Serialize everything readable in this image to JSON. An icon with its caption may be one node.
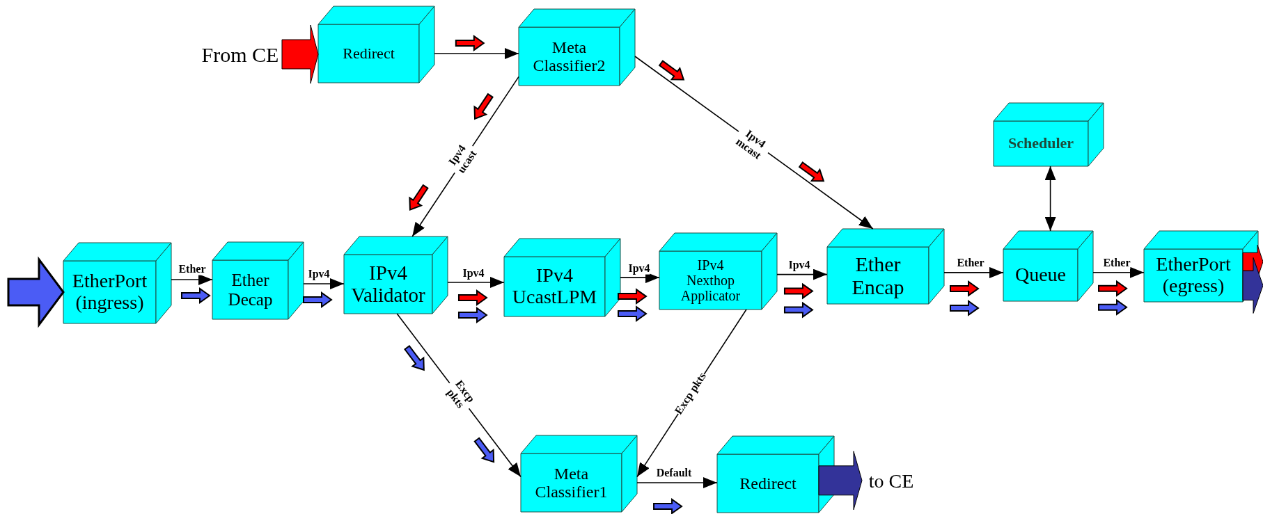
{
  "diagram": {
    "nodes": [
      {
        "text": [
          "From CE"
        ]
      },
      {
        "text": [
          "Redirect"
        ]
      },
      {
        "text": [
          "Meta Classifier2"
        ]
      },
      {
        "text": [
          "Scheduler"
        ]
      },
      {
        "text": [
          "EtherPort (ingress)"
        ]
      },
      {
        "text": [
          "Ether Decap"
        ]
      },
      {
        "text": [
          "IPv4 Validator"
        ]
      },
      {
        "text": [
          "IPv4 UcastLPM"
        ]
      },
      {
        "text": [
          "IPv4 Nexthop Applicator"
        ]
      },
      {
        "text": [
          "Ether Encap"
        ]
      },
      {
        "text": [
          "Queue"
        ]
      },
      {
        "text": [
          "EtherPort (egress)"
        ]
      },
      {
        "text": [
          "Meta Classifier1"
        ]
      },
      {
        "text": [
          "Redirect"
        ]
      },
      {
        "text": [
          "to CE"
        ]
      }
    ],
    "edges": [
      {
        "from": 0,
        "to": 1,
        "arrow": "to",
        "style": "thick",
        "color": "#ff0000"
      },
      {
        "from": 1,
        "to": 2,
        "arrow": "to"
      },
      {
        "from": 2,
        "to": 6,
        "arrow": "to",
        "label": "Ipv4 ucast"
      },
      {
        "from": 2,
        "to": 9,
        "arrow": "to",
        "label": "Ipv4 mcast"
      },
      {
        "from": null,
        "to": 4,
        "arrow": "to",
        "style": "thick",
        "color": "#4b5cf5"
      },
      {
        "from": 4,
        "to": 5,
        "arrow": "to",
        "label": "Ether"
      },
      {
        "from": 5,
        "to": 6,
        "arrow": "to",
        "label": "Ipv4"
      },
      {
        "from": 6,
        "to": 7,
        "arrow": "to",
        "label": "Ipv4"
      },
      {
        "from": 7,
        "to": 8,
        "arrow": "to",
        "label": "Ipv4"
      },
      {
        "from": 8,
        "to": 9,
        "arrow": "to",
        "label": "Ipv4"
      },
      {
        "from": 9,
        "to": 10,
        "arrow": "to",
        "label": "Ether"
      },
      {
        "from": 3,
        "to": 10,
        "arrow": "both"
      },
      {
        "from": 10,
        "to": 11,
        "arrow": "to",
        "label": "Ether"
      },
      {
        "from": 11,
        "to": null,
        "arrow": "to",
        "style": "thick",
        "color": "#ff0000"
      },
      {
        "from": 11,
        "to": null,
        "arrow": "to",
        "style": "thick",
        "color": "#333399"
      },
      {
        "from": 6,
        "to": 12,
        "arrow": "to",
        "label": "Excp pkts"
      },
      {
        "from": 8,
        "to": 12,
        "arrow": "to",
        "label": "Excp pkts"
      },
      {
        "from": 12,
        "to": 13,
        "arrow": "to",
        "label": "Default"
      },
      {
        "from": 13,
        "to": 14,
        "arrow": "to",
        "style": "thick",
        "color": "#333399"
      }
    ]
  }
}
